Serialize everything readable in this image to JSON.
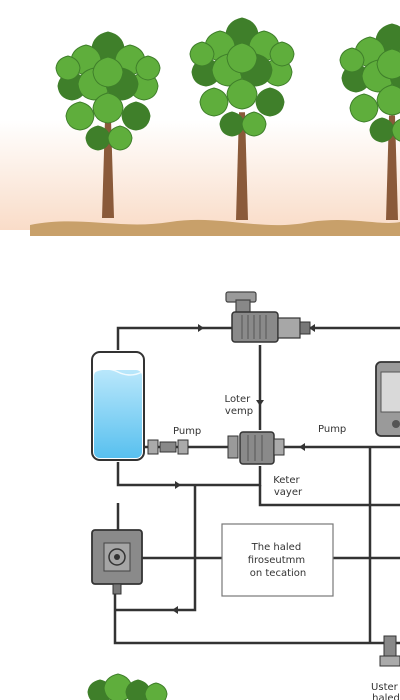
{
  "colors": {
    "leaf": "#5fae3c",
    "leaf_dark": "#3f7f2a",
    "trunk": "#8a5a3a",
    "soil": "#c8a06a",
    "ground_glow": "#f9dcc8",
    "water": "#8fd3f4",
    "pipe": "#333333",
    "device": "#8a8a8a"
  },
  "diagram": {
    "label_lower_pump": "Loter\nvemp",
    "label_pump_left": "Pump",
    "label_pump_right": "Pump",
    "label_keter_valve": "Keter\nvayer",
    "center_box_text": "The haled\nfiroseutmm\non tecation",
    "label_bottom_right": "Uster\nhaled"
  }
}
